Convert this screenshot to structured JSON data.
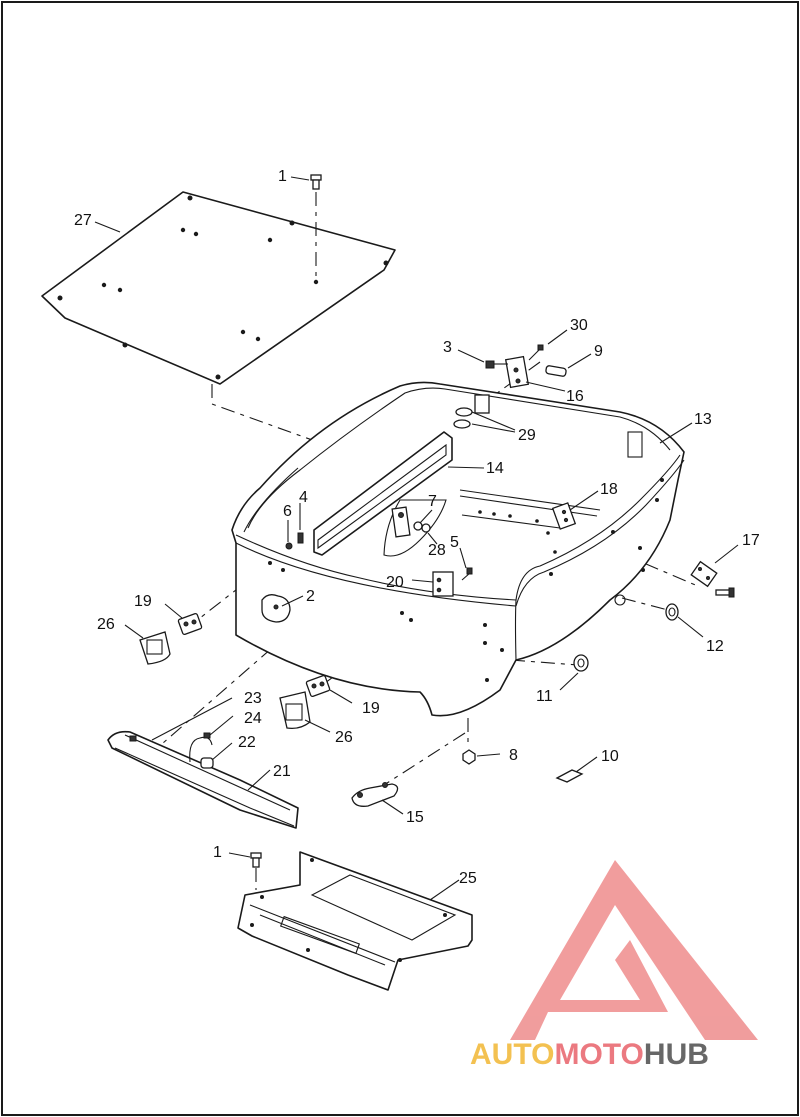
{
  "diagram": {
    "callouts": [
      {
        "id": "c1a",
        "text": "1"
      },
      {
        "id": "c27",
        "text": "27"
      },
      {
        "id": "c30",
        "text": "30"
      },
      {
        "id": "c3",
        "text": "3"
      },
      {
        "id": "c9",
        "text": "9"
      },
      {
        "id": "c16",
        "text": "16"
      },
      {
        "id": "c29",
        "text": "29"
      },
      {
        "id": "c13",
        "text": "13"
      },
      {
        "id": "c14",
        "text": "14"
      },
      {
        "id": "c4",
        "text": "4"
      },
      {
        "id": "c6",
        "text": "6"
      },
      {
        "id": "c7",
        "text": "7"
      },
      {
        "id": "c18",
        "text": "18"
      },
      {
        "id": "c28",
        "text": "28"
      },
      {
        "id": "c5",
        "text": "5"
      },
      {
        "id": "c17",
        "text": "17"
      },
      {
        "id": "c20",
        "text": "20"
      },
      {
        "id": "c2",
        "text": "2"
      },
      {
        "id": "c19a",
        "text": "19"
      },
      {
        "id": "c26a",
        "text": "26"
      },
      {
        "id": "c12",
        "text": "12"
      },
      {
        "id": "c11",
        "text": "11"
      },
      {
        "id": "c23",
        "text": "23"
      },
      {
        "id": "c24",
        "text": "24"
      },
      {
        "id": "c19b",
        "text": "19"
      },
      {
        "id": "c26b",
        "text": "26"
      },
      {
        "id": "c22",
        "text": "22"
      },
      {
        "id": "c8",
        "text": "8"
      },
      {
        "id": "c10",
        "text": "10"
      },
      {
        "id": "c21",
        "text": "21"
      },
      {
        "id": "c15",
        "text": "15"
      },
      {
        "id": "c1b",
        "text": "1"
      },
      {
        "id": "c25",
        "text": "25"
      }
    ]
  },
  "watermark": {
    "text_a": "AUTO",
    "text_b": "MOTO",
    "text_c": "HUB",
    "colors": {
      "auto": "#f2b733",
      "moto": "#e8626a",
      "hub": "#4d4d4d",
      "mark": "#ee8c8c"
    }
  }
}
